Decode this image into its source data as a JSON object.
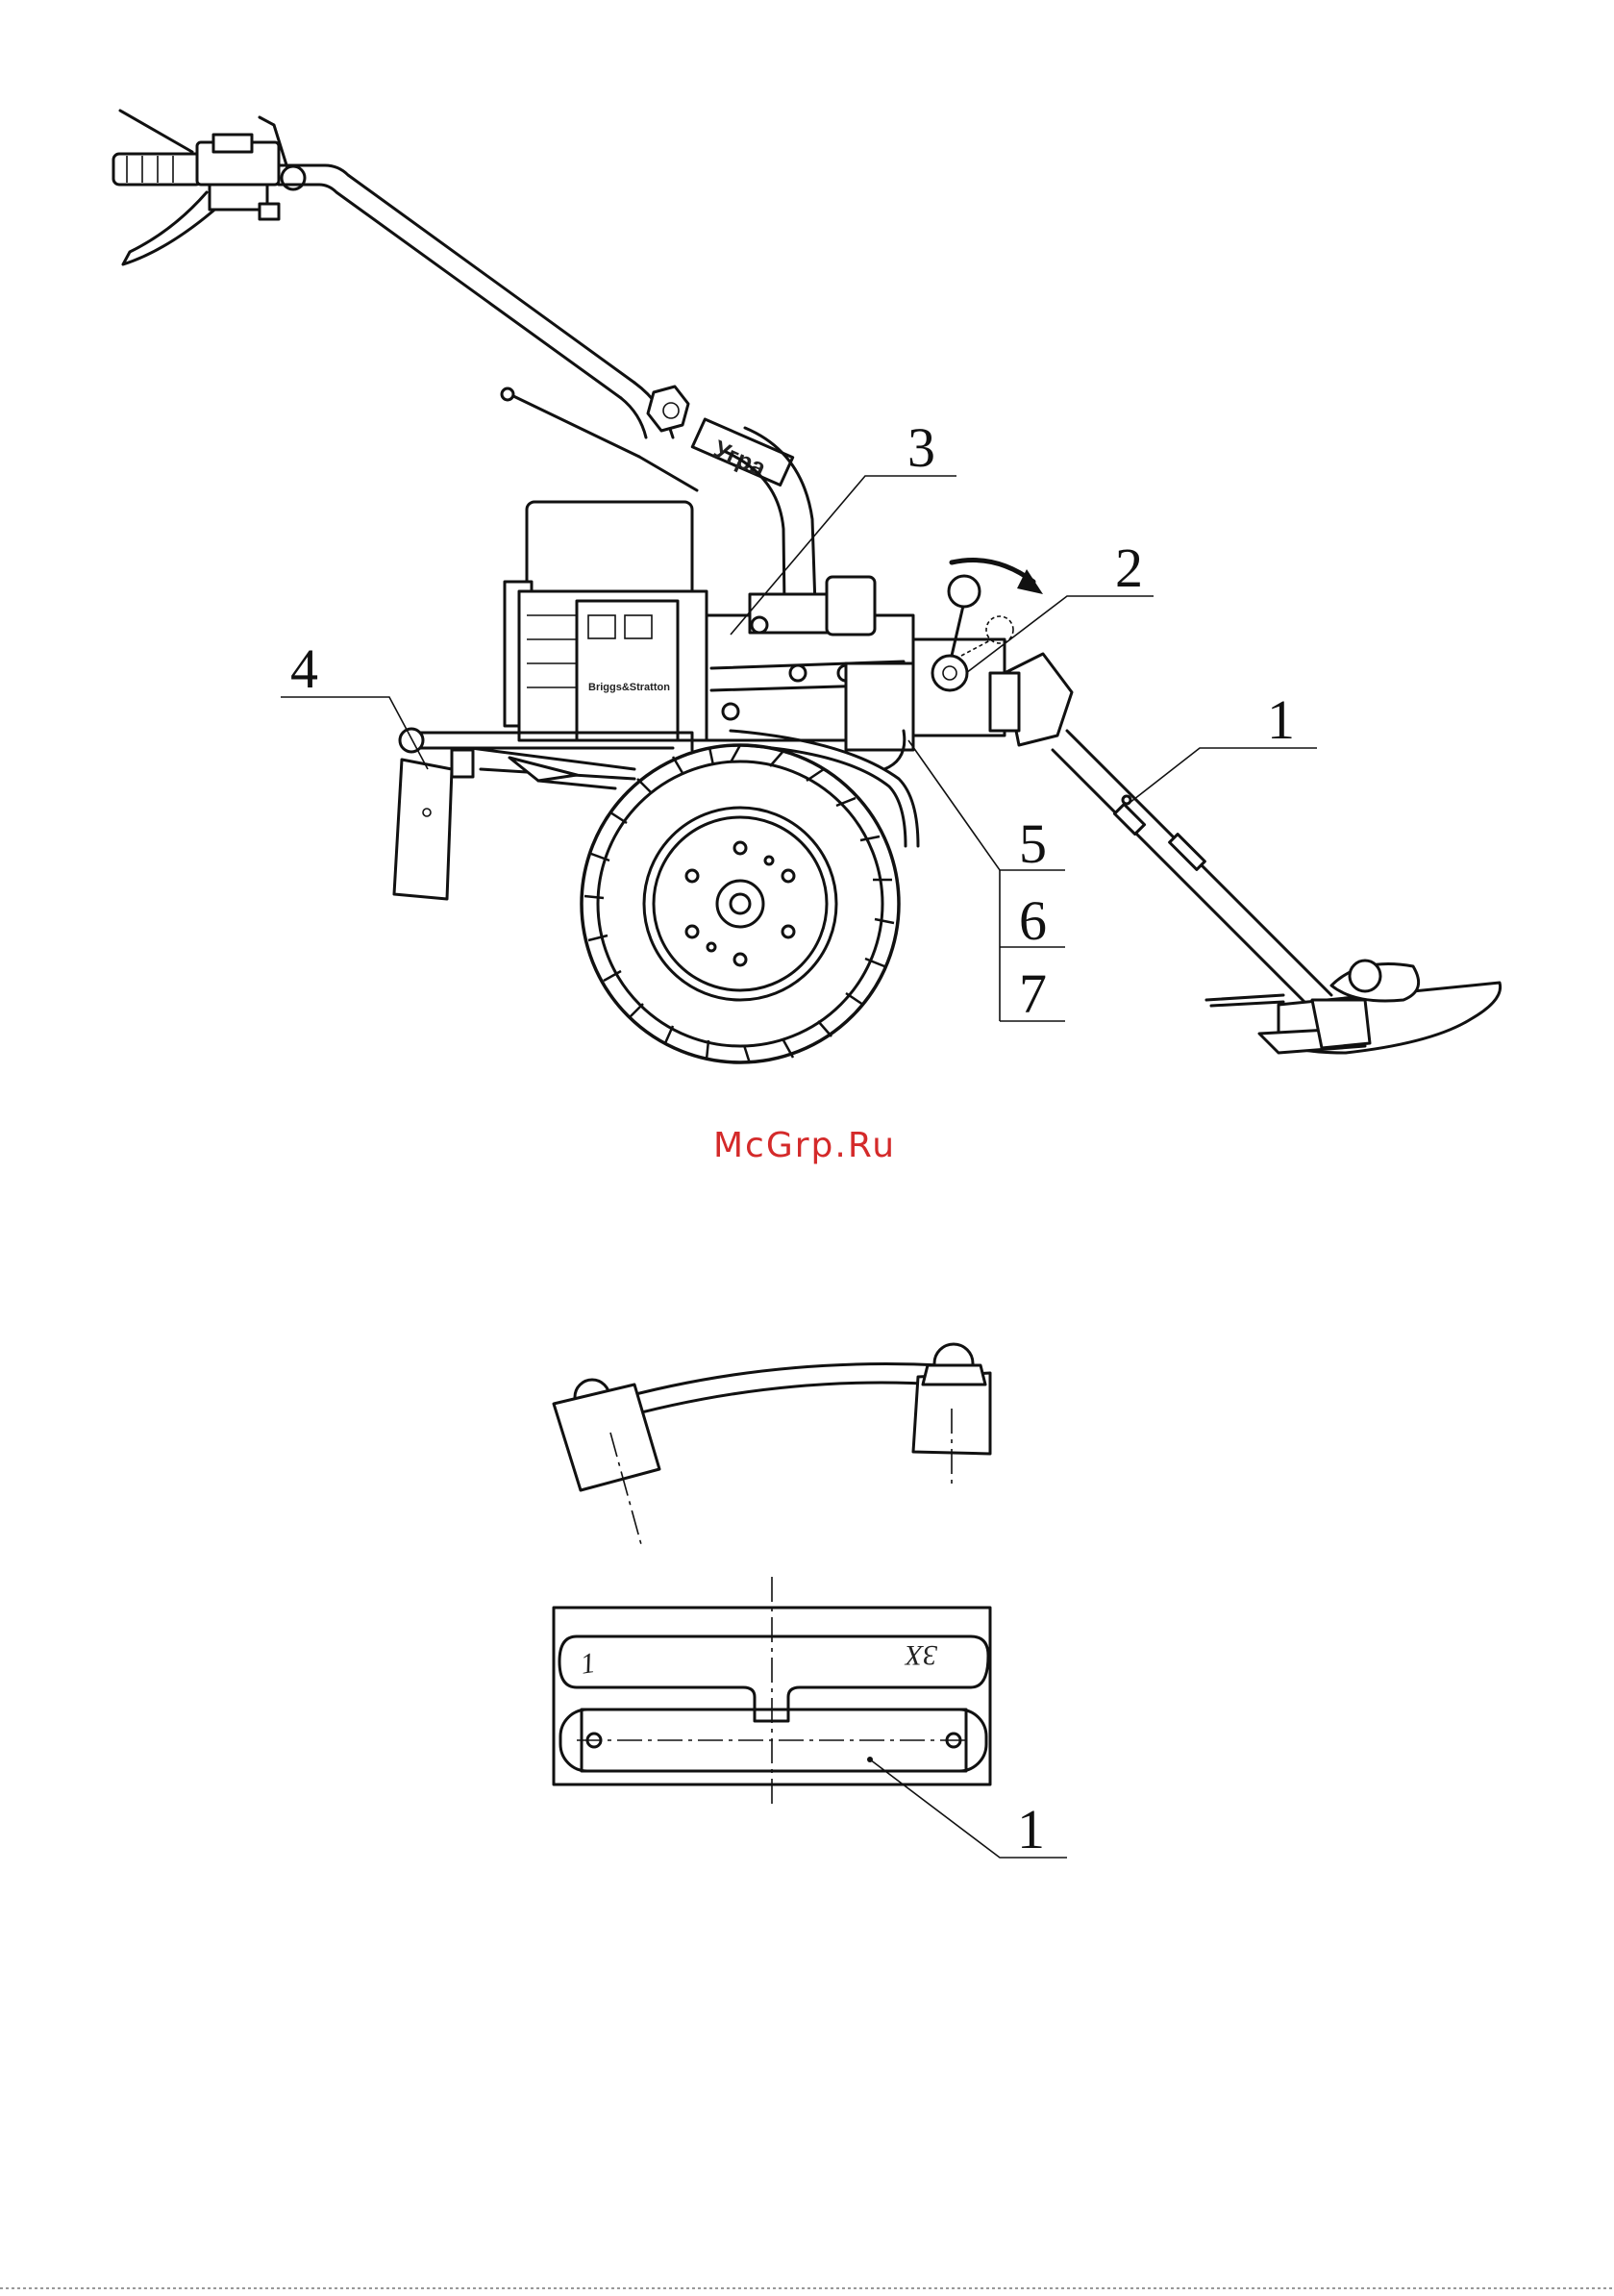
{
  "figure1": {
    "callouts": [
      "1",
      "2",
      "3",
      "4",
      "5",
      "6",
      "7"
    ],
    "decal_text": "Угра",
    "engine_text": "Briggs&Stratton"
  },
  "watermark": {
    "text": "McGrp.Ru",
    "color": "#d42a2a"
  },
  "figure2": {
    "blade_marks": [
      "1",
      "3X"
    ],
    "callouts": [
      "1"
    ]
  }
}
